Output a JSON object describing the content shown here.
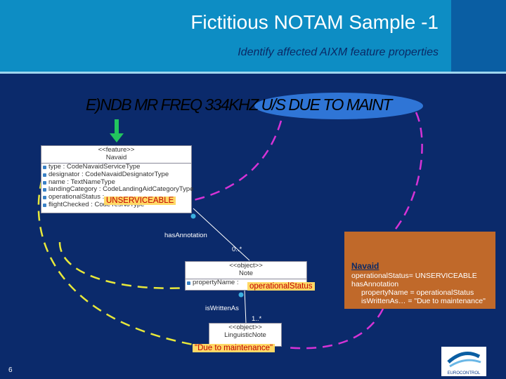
{
  "header": {
    "title": "Fictitious NOTAM Sample -1",
    "subtitle": "Identify affected AIXM feature properties"
  },
  "notam": {
    "text_prefix": "E)NDB MR FREQ 334KHZ ",
    "text_highlight": "U/S DUE TO MAINT"
  },
  "navaid_class": {
    "stereotype": "<<feature>>",
    "name": "Navaid",
    "attributes": [
      "type : CodeNavaidServiceType",
      "designator : CodeNavaidDesignatorType",
      "name : TextNameType",
      "landingCategory : CodeLandingAidCategoryType",
      "operationalStatus :",
      "flightChecked : CodeYesNoType"
    ],
    "status_callout": "UNSERVICEABLE"
  },
  "association": {
    "label": "hasAnnotation",
    "multiplicity": "0..*"
  },
  "note_class": {
    "stereotype": "<<object>>",
    "name": "Note",
    "attribute": "propertyName :",
    "property_callout": "operationalStatus"
  },
  "written_assoc": {
    "label": "isWrittenAs",
    "multiplicity": "1..*"
  },
  "linguistic_class": {
    "stereotype": "<<object>>",
    "name": "LinguisticNote",
    "callout": "\"Due to maintenance\""
  },
  "info_box": {
    "heading": "Navaid",
    "lines": [
      "operationalStatus= UNSERVICEABLE",
      "hasAnnotation",
      "propertyName = operationalStatus",
      "isWrittenAs… = \"Due to maintenance\""
    ]
  },
  "page_number": "6",
  "logo_text": "EUROCONTROL",
  "colors": {
    "header": "#0d8dc4",
    "background": "#0b2a6b",
    "magenta_arrow": "#d633d6",
    "callout_bg": "#ffd966",
    "callout_text": "#c00000",
    "info_box": "#c0692a"
  }
}
